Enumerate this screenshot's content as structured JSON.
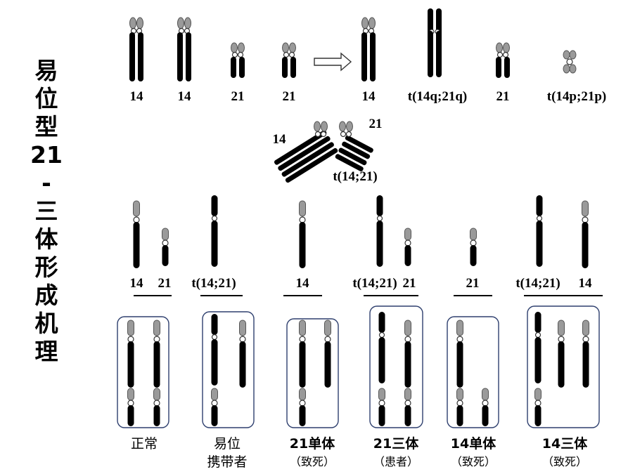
{
  "title": "易位型21-三体形成机理",
  "top_row": {
    "labels": [
      "14",
      "14",
      "21",
      "21",
      "14",
      "t(14q;21q)",
      "21",
      "t(14p;21p)"
    ]
  },
  "pairing": {
    "label_14": "14",
    "label_21": "21",
    "label_t": "t(14;21)"
  },
  "gametes": [
    {
      "labels": [
        "14",
        "21"
      ]
    },
    {
      "labels": [
        "t(14;21)"
      ]
    },
    {
      "labels": [
        "14"
      ]
    },
    {
      "labels": [
        "t(14;21)",
        "21"
      ]
    },
    {
      "labels": [
        "21"
      ]
    },
    {
      "labels": [
        "t(14;21)",
        "14"
      ]
    }
  ],
  "outcomes": [
    {
      "line1": "正常",
      "line2": ""
    },
    {
      "line1": "易位",
      "line2": "携带者"
    },
    {
      "line1": "21单体",
      "line2": "（致死）"
    },
    {
      "line1": "21三体",
      "line2": "（患者）"
    },
    {
      "line1": "14单体",
      "line2": "（致死）"
    },
    {
      "line1": "14三体",
      "line2": "（致死）"
    }
  ],
  "colors": {
    "chromosome": "#000000",
    "short_arm": "#9a9a9a",
    "box_border": "#2e3f6e"
  }
}
